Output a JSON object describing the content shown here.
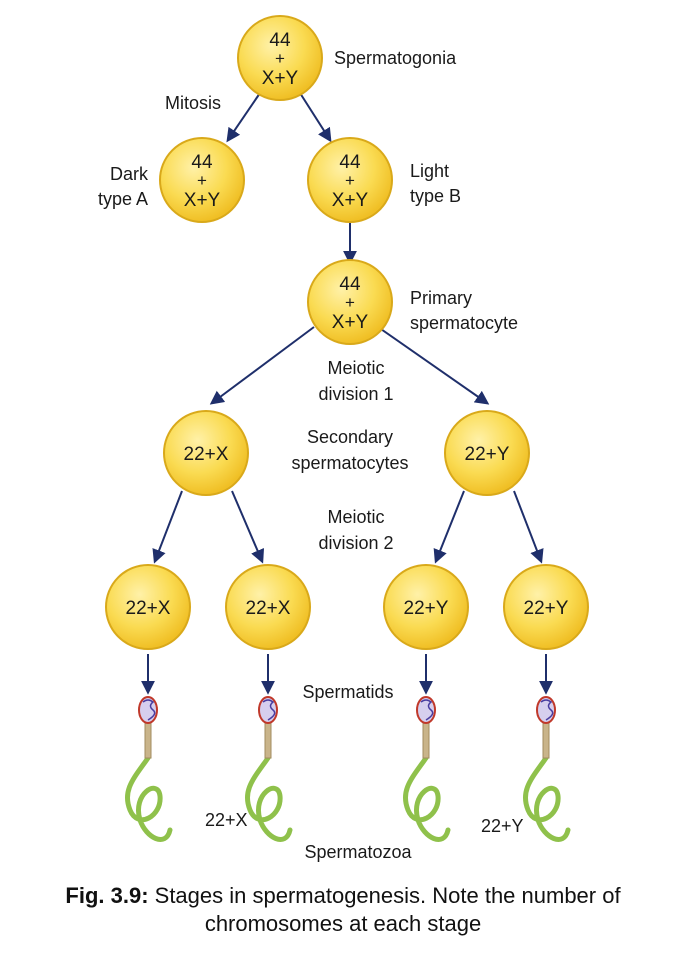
{
  "colors": {
    "cell_fill": "#f9d64a",
    "cell_stroke": "#d9a91a",
    "arrow": "#1f2f6b",
    "tail": "#8fc14b",
    "head": "#c9c0e3"
  },
  "cells": {
    "spermatogonia": {
      "top": "44",
      "plus": "+",
      "bottom": "X+Y"
    },
    "dark_a": {
      "top": "44",
      "plus": "+",
      "bottom": "X+Y"
    },
    "light_b": {
      "top": "44",
      "plus": "+",
      "bottom": "X+Y"
    },
    "primary": {
      "top": "44",
      "plus": "+",
      "bottom": "X+Y"
    },
    "secondary_x": "22+X",
    "secondary_y": "22+Y",
    "spermatid_1": "22+X",
    "spermatid_2": "22+X",
    "spermatid_3": "22+Y",
    "spermatid_4": "22+Y"
  },
  "labels": {
    "spermatogonia": "Spermatogonia",
    "mitosis": "Mitosis",
    "dark_1": "Dark",
    "dark_2": "type A",
    "light_1": "Light",
    "light_2": "type B",
    "primary_1": "Primary",
    "primary_2": "spermatocyte",
    "meiotic1_1": "Meiotic",
    "meiotic1_2": "division 1",
    "secondary_1": "Secondary",
    "secondary_2": "spermatocytes",
    "meiotic2_1": "Meiotic",
    "meiotic2_2": "division 2",
    "spermatids": "Spermatids",
    "sperm_x": "22+X",
    "sperm_y": "22+Y",
    "spermatozoa": "Spermatozoa"
  },
  "caption": {
    "prefix": "Fig. 3.9:",
    "line1": " Stages in spermatogenesis. Note the number of",
    "line2": "chromosomes at each stage"
  }
}
